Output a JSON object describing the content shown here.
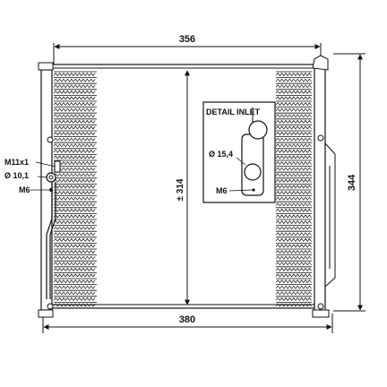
{
  "drawing": {
    "dimensions": {
      "top_width": "356",
      "bottom_width": "380",
      "core_height": "± 314",
      "overall_height": "344"
    },
    "left_callouts": {
      "thread": "M11x1",
      "diameter": "Ø 10,1",
      "bolt": "M6"
    },
    "detail": {
      "title": "DETAIL INLET",
      "diameter": "Ø 15,4",
      "bolt": "M6"
    },
    "colors": {
      "line": "#111111",
      "background": "#ffffff"
    }
  }
}
